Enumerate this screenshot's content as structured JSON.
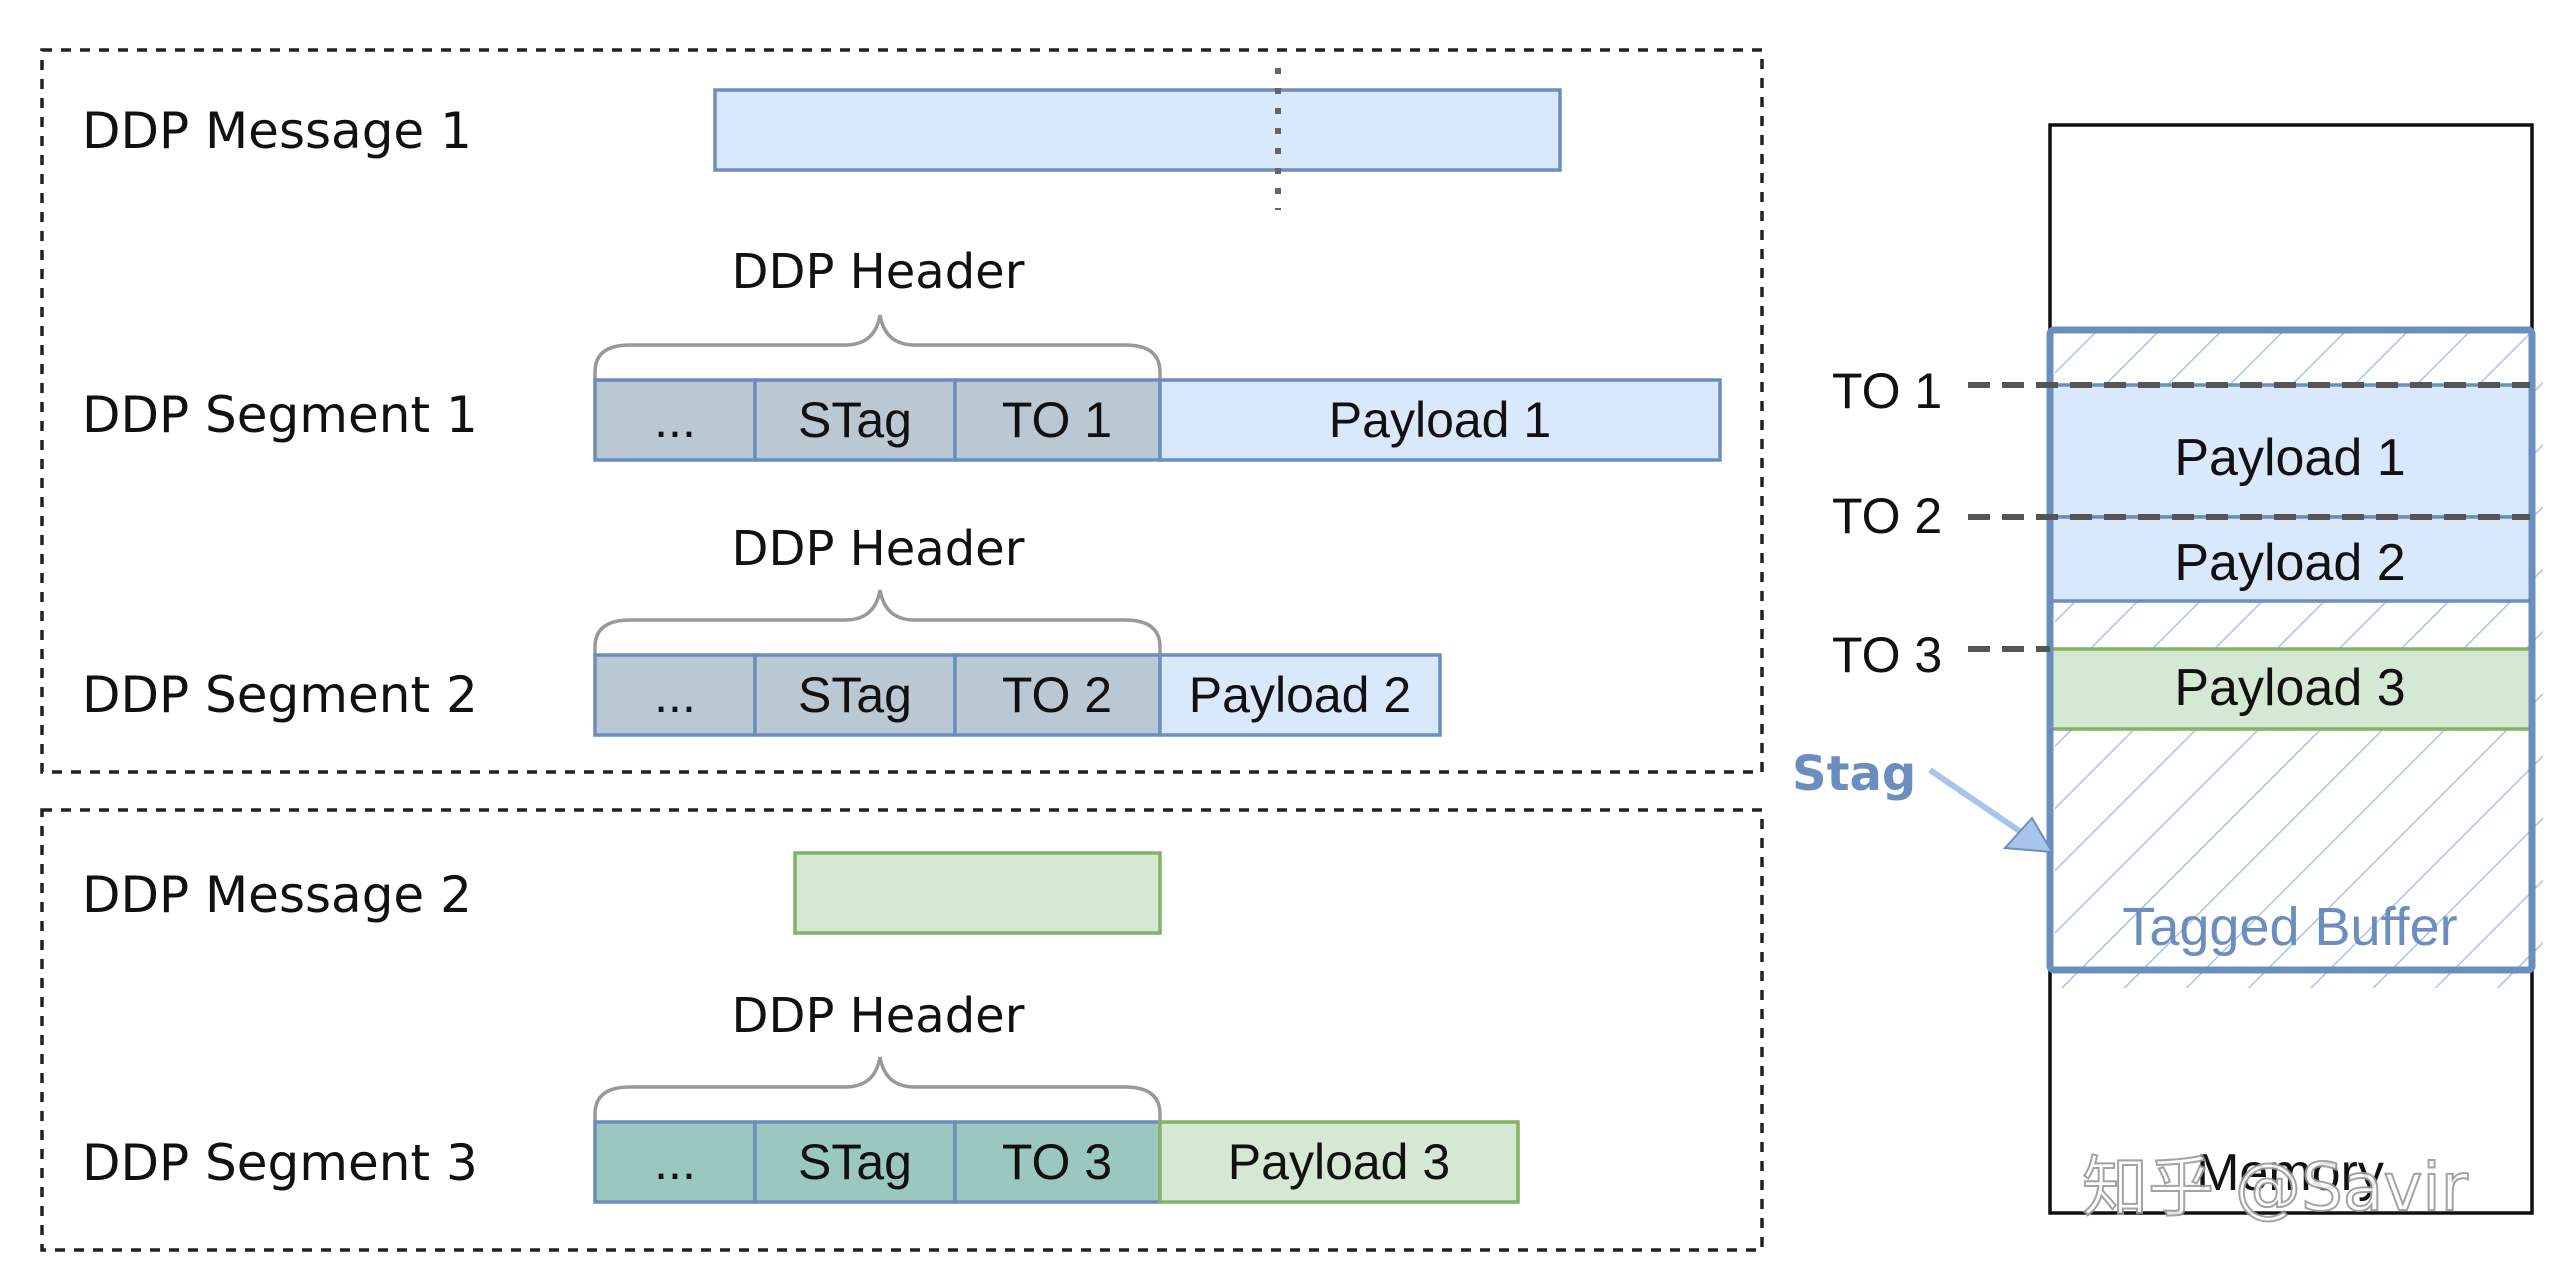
{
  "groups": {
    "message1": {
      "label": "DDP Message 1",
      "segments": [
        {
          "label": "DDP Segment 1",
          "header": "DDP Header",
          "cells": [
            "...",
            "STag",
            "TO 1"
          ],
          "payload": "Payload 1"
        },
        {
          "label": "DDP Segment 2",
          "header": "DDP Header",
          "cells": [
            "...",
            "STag",
            "TO 2"
          ],
          "payload": "Payload 2"
        }
      ]
    },
    "message2": {
      "label": "DDP Message 2",
      "segments": [
        {
          "label": "DDP Segment 3",
          "header": "DDP Header",
          "cells": [
            "...",
            "STag",
            "TO 3"
          ],
          "payload": "Payload 3"
        }
      ]
    }
  },
  "memory": {
    "label": "Memory",
    "buffer_label": "Tagged Buffer",
    "stag_label": "Stag",
    "offsets": [
      "TO 1",
      "TO 2",
      "TO 3"
    ],
    "payloads": [
      "Payload 1",
      "Payload 2",
      "Payload 3"
    ]
  },
  "watermark": "知乎 @Savir",
  "colors": {
    "blue_fill": "#dae8fc",
    "blue_stroke": "#6c8ebf",
    "header_fill": "#bac8d3",
    "green_fill": "#d5e8d4",
    "green_stroke": "#82b366",
    "teal_fill": "#9ac7bf"
  }
}
